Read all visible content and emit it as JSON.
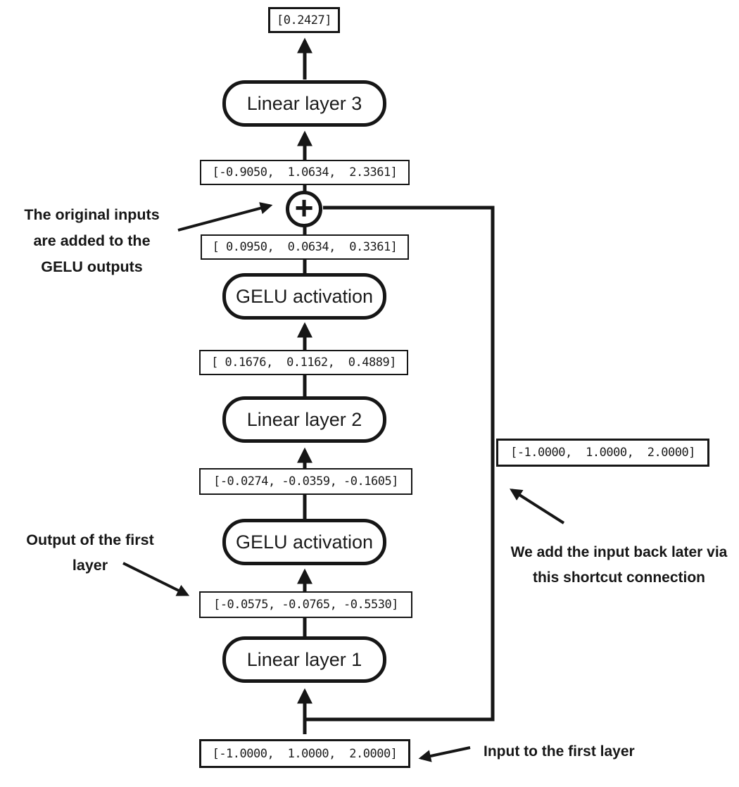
{
  "flow": {
    "final_output": "[0.2427]",
    "linear_layer_3": "Linear layer 3",
    "sum_output": "[-0.9050,  1.0634,  2.3361]",
    "add_symbol": "+",
    "gelu_upper_label": "GELU activation",
    "gelu_upper_output": "[ 0.0950,  0.0634,  0.3361]",
    "linear_layer_2": "Linear layer 2",
    "linear_2_output": "[ 0.1676,  0.1162,  0.4889]",
    "gelu_lower_label": "GELU activation",
    "gelu_lower_output": "[-0.0274, -0.0359, -0.1605]",
    "linear_layer_1": "Linear layer 1",
    "linear_1_output": "[-0.0575, -0.0765, -0.5530]",
    "input_value": "[-1.0000,  1.0000,  2.0000]",
    "shortcut_value": "[-1.0000,  1.0000,  2.0000]"
  },
  "annotations": {
    "add_note": [
      "The original inputs",
      "are added to the",
      "GELU outputs"
    ],
    "first_layer_output_note": [
      "Output of the first",
      "layer"
    ],
    "shortcut_note": [
      "We add the input back later via",
      "this shortcut connection"
    ],
    "input_note": "Input to the first layer"
  },
  "colors": {
    "ink": "#161616",
    "background": "#ffffff"
  }
}
